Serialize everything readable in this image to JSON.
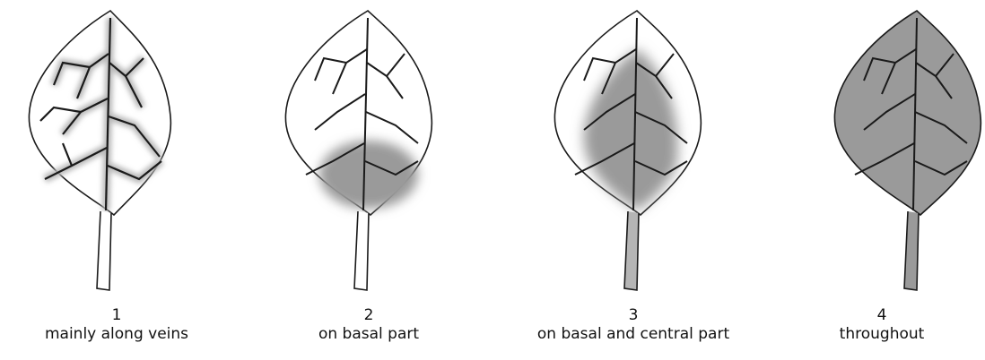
{
  "figure": {
    "panels": [
      {
        "number": "1",
        "description": "mainly along veins",
        "pattern": "veins"
      },
      {
        "number": "2",
        "description": "on basal part",
        "pattern": "basal"
      },
      {
        "number": "3",
        "description": "on basal and central part",
        "pattern": "basal-central"
      },
      {
        "number": "4",
        "description": "throughout",
        "pattern": "throughout"
      }
    ],
    "colors": {
      "outline": "#1a1a1a",
      "shade": "#9a9a9a",
      "vein_shade": "#bdbdbd"
    }
  }
}
